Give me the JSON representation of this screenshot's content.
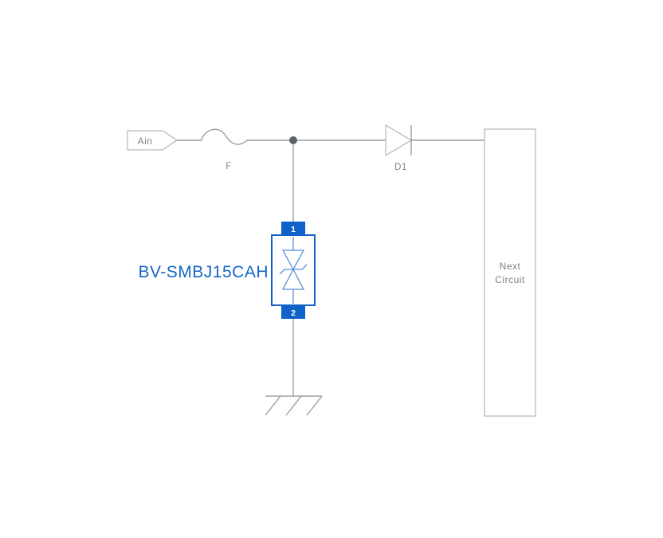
{
  "meta": {
    "type": "circuit-schematic",
    "background": "#ffffff"
  },
  "colors": {
    "wire_gray": "#9aa0a6",
    "outline_gray": "#b6b9bd",
    "label_gray": "#7d8287",
    "accent_blue": "#1062c8",
    "part_label_blue": "#1565c6",
    "junction_dot": "#5f6368"
  },
  "components": {
    "input_tag": {
      "label": "Ain"
    },
    "fuse": {
      "label": "F"
    },
    "diode": {
      "label": "D1"
    },
    "tvs": {
      "part_number": "BV-SMBJ15CAH",
      "pin_top": "1",
      "pin_bottom": "2"
    },
    "next_circuit": {
      "line1": "Next",
      "line2": "Circuit"
    }
  }
}
